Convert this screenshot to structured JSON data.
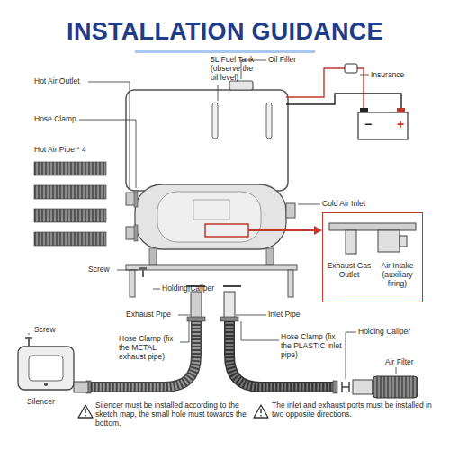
{
  "diagram": {
    "title": "INSTALLATION GUIDANCE",
    "nodes": [
      {
        "text": [
          "Exhaust Gas Outlet",
          "Air Intake (auxiliary firing)"
        ]
      }
    ],
    "labels": [
      "5L Fuel Tank (observe the oil level)",
      "Oil Filler",
      "Insurance",
      "Hot Air Outlet",
      "Hose Clamp",
      "Hot Air Pipe * 4",
      "Cold Air Inlet",
      "Screw",
      "Holding Caliper",
      "Exhaust Pipe",
      "Inlet Pipe",
      "Screw",
      "Hose Clamp (fix the METAL exhaust pipe)",
      "Hose Clamp (fix the PLASTIC inlet pipe)",
      "Holding Caliper",
      "Air Filter",
      "Silencer",
      "−",
      "+",
      "Silencer must be installed according to the sketch map, the small hole must towards the bottom.",
      "The inlet and exhaust ports must be installed in two opposite directions."
    ]
  }
}
